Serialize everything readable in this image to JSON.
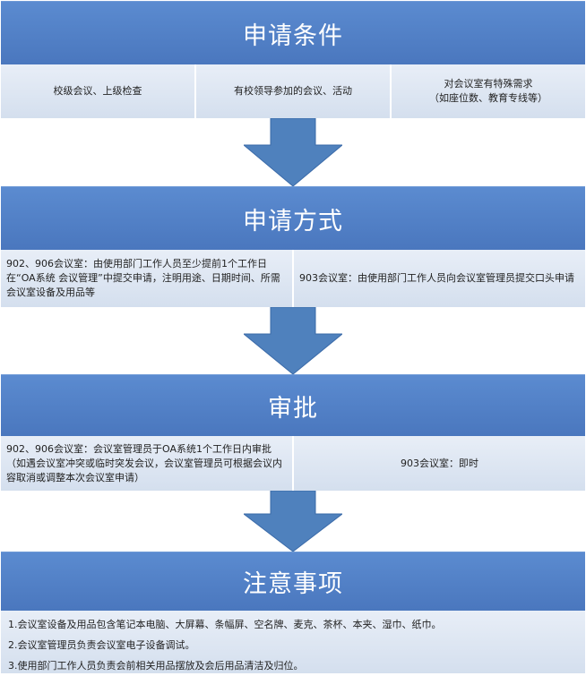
{
  "sections": [
    {
      "title": "申请条件",
      "cells": [
        "校级会议、上级检查",
        "有校领导参加的会议、活动",
        "对会议室有特殊需求\n（如座位数、教育专线等）"
      ]
    },
    {
      "title": "申请方式",
      "cells": [
        "902、906会议室：由使用部门工作人员至少提前1个工作日在“OA系统 会议管理”中提交申请，注明用途、日期时间、所需会议室设备及用品等",
        "903会议室：由使用部门工作人员向会议室管理员提交口头申请"
      ]
    },
    {
      "title": "审批",
      "cells": [
        "902、906会议室：会议室管理员于OA系统1个工作日内审批（如遇会议室冲突或临时突发会议，会议室管理员可根据会议内容取消或调整本次会议室申请）",
        "903会议室：即时"
      ]
    },
    {
      "title": "注意事项",
      "notes": [
        "1.会议室设备及用品包含笔记本电脑、大屏幕、条幅屏、空名牌、麦克、茶杯、本夹、湿巾、纸巾。",
        "2.会议室管理员负责会议室电子设备调试。",
        "3.使用部门工作人员负责会前相关用品摆放及会后用品清洁及归位。"
      ]
    }
  ],
  "colors": {
    "header": "#4f81c7",
    "cell": "#dce6f2",
    "arrow": "#4f81bd"
  }
}
